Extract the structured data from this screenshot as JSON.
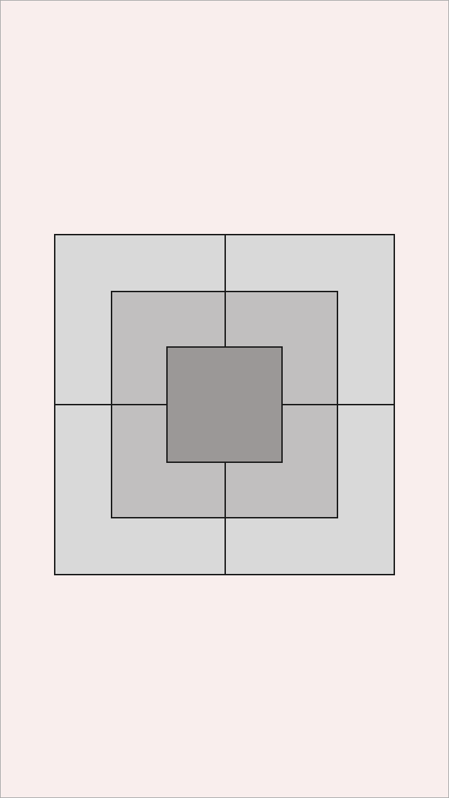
{
  "colors": {
    "background": "#f9eeed",
    "frame": "#a9a9a9",
    "outer_ring": "#d9d9d9",
    "middle_ring": "#c1bfbf",
    "center_square": "#9b9897",
    "line": "#1a1a1a"
  },
  "board": {
    "rings": [
      {
        "name": "outer",
        "tiles": 4
      },
      {
        "name": "middle",
        "tiles": 4
      },
      {
        "name": "center",
        "tiles": 1
      }
    ]
  }
}
